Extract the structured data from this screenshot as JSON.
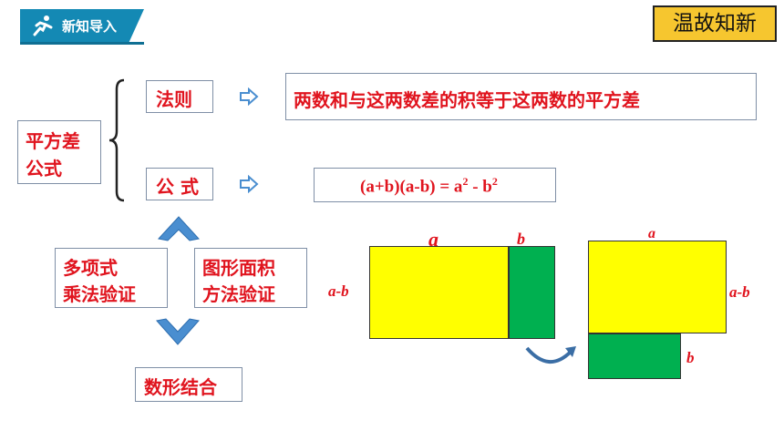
{
  "header": {
    "section_label": "新知导入",
    "badge": "温故知新"
  },
  "concept": {
    "title_line1": "平方差",
    "title_line2": "公式"
  },
  "rule": {
    "label": "法则",
    "text": "两数和与这两数差的积等于这两数的平方差"
  },
  "formula": {
    "label": "公 式",
    "lhs": "(a+b)(a-b) = a",
    "exp1": "2",
    "mid": " - b",
    "exp2": "2"
  },
  "verify": {
    "poly_line1": "多项式",
    "poly_line2": "乘法验证",
    "area_line1": "图形面积",
    "area_line2": "方法验证",
    "combine": "数形结合"
  },
  "diagram": {
    "left": {
      "label_a": "a",
      "label_b": "b",
      "label_side": "a-b"
    },
    "right": {
      "label_a": "a",
      "label_side": "a-b",
      "label_b": "b"
    }
  },
  "colors": {
    "accent": "#e0141e",
    "yellow": "#ffff00",
    "green": "#00b050",
    "header": "#1489b4",
    "badge": "#f6c62f",
    "chevron": "#4a8ed0"
  }
}
